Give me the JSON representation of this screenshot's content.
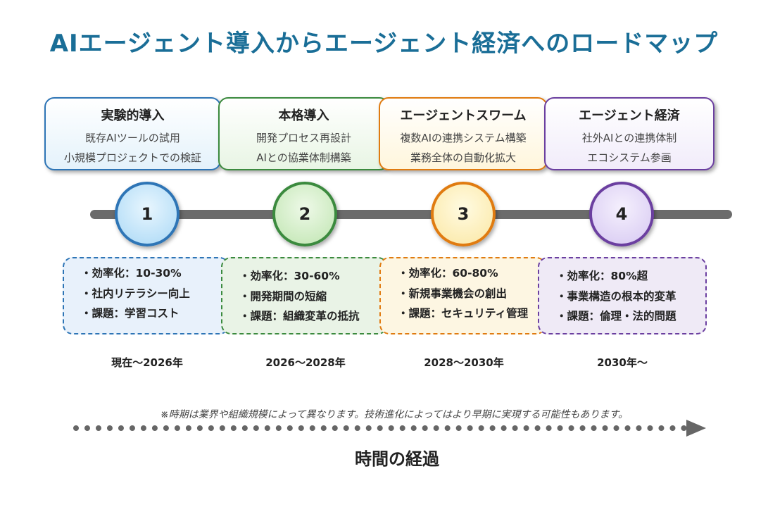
{
  "title": "AIエージェント導入からエージェント経済へのロードマップ",
  "phases": [
    {
      "number": "1",
      "name": "実験的導入",
      "activities": [
        "既存AIツールの試用",
        "小規模プロジェクトでの検証"
      ],
      "effects": [
        "・効率化：10-30%",
        "・社内リテラシー向上",
        "・課題：学習コスト"
      ],
      "period": "現在〜2026年",
      "color": "#2e75b6"
    },
    {
      "number": "2",
      "name": "本格導入",
      "activities": [
        "開発プロセス再設計",
        "AIとの協業体制構築"
      ],
      "effects": [
        "・効率化：30-60%",
        "・開発期間の短縮",
        "・課題：組織変革の抵抗"
      ],
      "period": "2026〜2028年",
      "color": "#3b8a3e"
    },
    {
      "number": "3",
      "name": "エージェントスワーム",
      "activities": [
        "複数AIの連携システム構築",
        "業務全体の自動化拡大"
      ],
      "effects": [
        "・効率化：60-80%",
        "・新規事業機会の創出",
        "・課題：セキュリティ管理"
      ],
      "period": "2028〜2030年",
      "color": "#e07b10"
    },
    {
      "number": "4",
      "name": "エージェント経済",
      "activities": [
        "社外AIとの連携体制",
        "エコシステム参画"
      ],
      "effects": [
        "・効率化：80%超",
        "・事業構造の根本的変革",
        "・課題：倫理・法的問題"
      ],
      "period": "2030年〜",
      "color": "#6b3fa0"
    }
  ],
  "note": "※時期は業界や組織規模によって異なります。技術進化によってはより早期に実現する可能性もあります。",
  "time_axis_label": "時間の経過"
}
